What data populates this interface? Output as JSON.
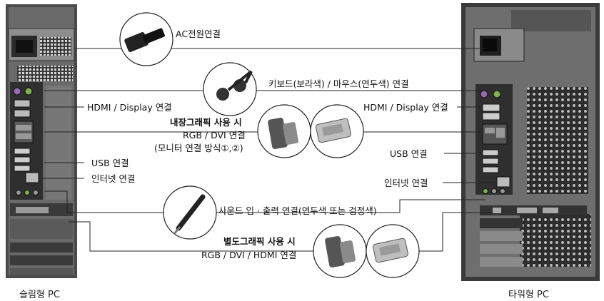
{
  "labels": {
    "ac_power": "AC전원연결",
    "keyboard_mouse": "키보드(보라색) / 마우스(연두색) 연결",
    "hdmi_display_left": "HDMI / Display 연결",
    "hdmi_display_right": "HDMI / Display 연결",
    "internal_graphics_title": "내장그래픽 사용 시",
    "internal_graphics_sub": "RGB / DVI 연결",
    "internal_graphics_note": "(모니터 연결 방식①,②)",
    "usb_left": "USB 연결",
    "usb_right": "USB 연결",
    "lan_left": "인터넷 연결",
    "lan_right": "인터넷 연결",
    "audio": "사운드 입 · 출력 연결(연두색 또는 검정색)",
    "discrete_graphics_title": "별도그래픽 사용 시",
    "discrete_graphics_sub": "RGB / DVI / HDMI 연결"
  },
  "captions": {
    "slim_pc": "슬림형 PC",
    "tower_pc": "타워형 PC"
  }
}
